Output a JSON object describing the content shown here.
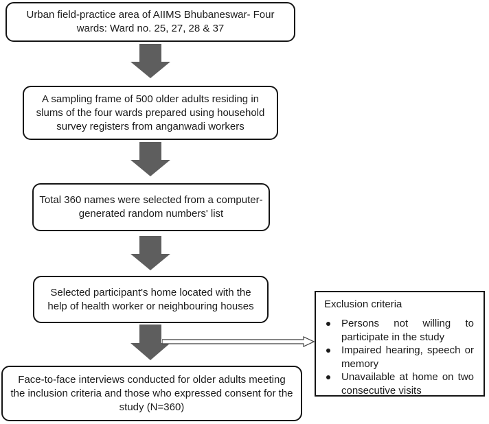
{
  "colors": {
    "background": "#ffffff",
    "box-border": "#141414",
    "text": "#1b1b1b",
    "down-arrow": "#5e5e5e",
    "right-arrow-fill": "#ffffff",
    "right-arrow-stroke": "#3f3f3f"
  },
  "flow": {
    "boxes": [
      {
        "name": "study-area",
        "lines": [
          "Urban field-practice area of AIIMS Bhubaneswar- Four",
          "wards: Ward no. 25, 27, 28 & 37"
        ]
      },
      {
        "name": "sampling-frame",
        "lines": [
          "A sampling frame of 500 older adults residing in",
          "slums of the four wards prepared using household",
          "survey registers from anganwadi workers"
        ]
      },
      {
        "name": "random-selection",
        "lines": [
          "Total 360 names were selected from a computer-",
          "generated random numbers' list"
        ]
      },
      {
        "name": "home-location",
        "lines": [
          "Selected participant's home located with the",
          "help of health worker or neighbouring houses"
        ]
      },
      {
        "name": "interviews",
        "lines": [
          "Face-to-face interviews conducted for older adults meeting",
          "the inclusion criteria and those who expressed consent for the",
          "study (N=360)"
        ]
      }
    ]
  },
  "exclusion": {
    "title": "Exclusion criteria",
    "items": [
      "Persons not willing to participate in the study",
      "Impaired hearing, speech or memory",
      "Unavailable at home on two consecutive visits"
    ]
  }
}
